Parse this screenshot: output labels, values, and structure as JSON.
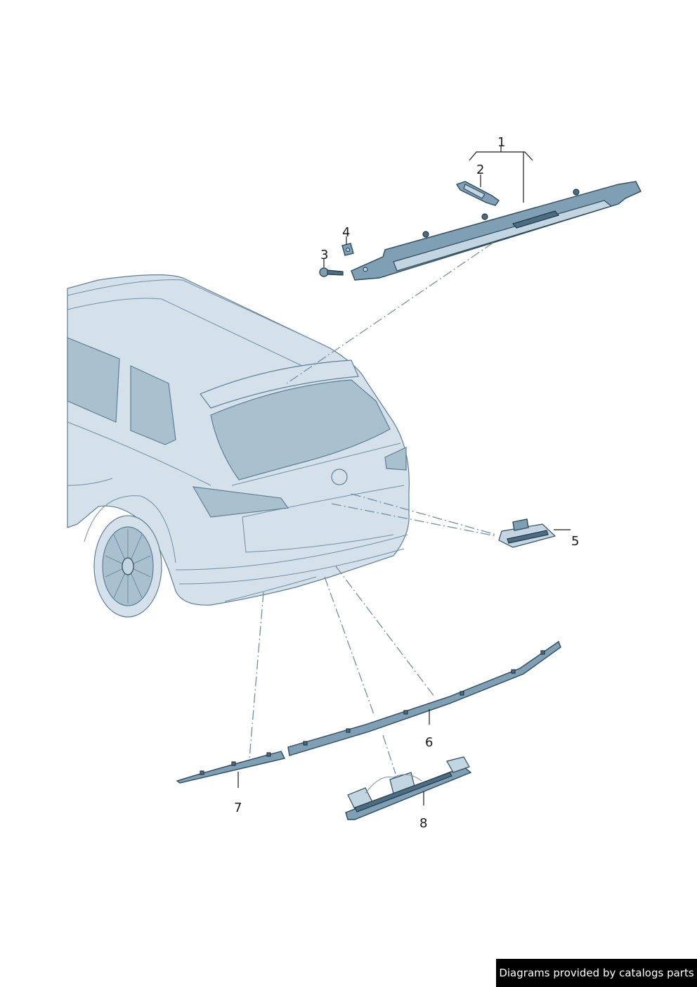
{
  "parts": [
    {
      "id": "part-1",
      "label": "1"
    },
    {
      "id": "part-2",
      "label": "2"
    },
    {
      "id": "part-3",
      "label": "3"
    },
    {
      "id": "part-4",
      "label": "4"
    },
    {
      "id": "part-5",
      "label": "5"
    },
    {
      "id": "part-6",
      "label": "6"
    },
    {
      "id": "part-7",
      "label": "7"
    },
    {
      "id": "part-8",
      "label": "8"
    }
  ],
  "watermark": "Diagrams provided by catalogs parts",
  "colors": {
    "line_art": "#1a1a1a",
    "car_body": "#d4e1ea",
    "part_fill": "#7f9fb4",
    "dash_line": "#6f8fa6",
    "watermark_bg": "#000000"
  }
}
